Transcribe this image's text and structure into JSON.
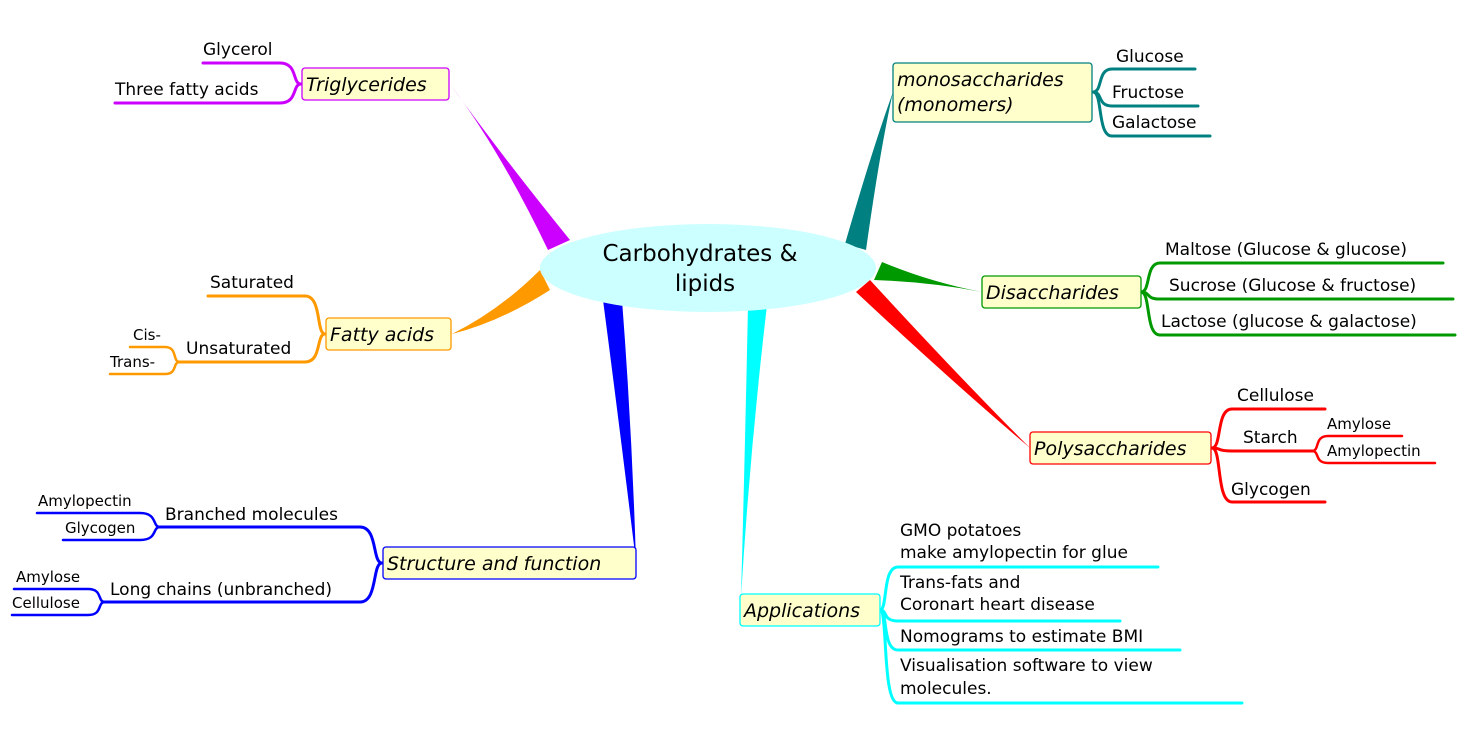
{
  "center": {
    "line1": "Carbohydrates &",
    "line2": "lipids"
  },
  "colors": {
    "center_fill": "#ccffff",
    "node_fill": "#ffffcc",
    "triglycerides": "#cc00ff",
    "fatty_acids": "#ff9900",
    "structure": "#0000ff",
    "applications": "#00ffff",
    "polysaccharides": "#ff0000",
    "disaccharides": "#009900",
    "monosaccharides": "#008080"
  },
  "triglycerides": {
    "label": "Triglycerides",
    "children": [
      "Glycerol",
      "Three fatty acids"
    ]
  },
  "fatty_acids": {
    "label": "Fatty acids",
    "saturated": "Saturated",
    "unsaturated": "Unsaturated",
    "unsat_children": [
      "Cis-",
      "Trans-"
    ]
  },
  "structure": {
    "label": "Structure and function",
    "branched": "Branched molecules",
    "branched_children": [
      "Amylopectin",
      "Glycogen"
    ],
    "long": "Long chains (unbranched)",
    "long_children": [
      "Amylose",
      "Cellulose"
    ]
  },
  "applications": {
    "label": "Applications",
    "items": [
      {
        "line1": "GMO potatoes",
        "line2": "make amylopectin for glue"
      },
      {
        "line1": "Trans-fats and",
        "line2": "Coronart heart disease"
      },
      {
        "line1": "Nomograms to estimate BMI"
      },
      {
        "line1": "Visualisation software to view",
        "line2": "molecules."
      }
    ]
  },
  "polysaccharides": {
    "label": "Polysaccharides",
    "cellulose": "Cellulose",
    "starch": "Starch",
    "starch_children": [
      "Amylose",
      "Amylopectin"
    ],
    "glycogen": "Glycogen"
  },
  "disaccharides": {
    "label": "Disaccharides",
    "children": [
      "Maltose (Glucose & glucose)",
      "Sucrose (Glucose & fructose)",
      "Lactose (glucose & galactose)"
    ]
  },
  "monosaccharides": {
    "label_line1": "monosaccharides",
    "label_line2": "(monomers)",
    "children": [
      "Glucose",
      "Fructose",
      "Galactose"
    ]
  }
}
